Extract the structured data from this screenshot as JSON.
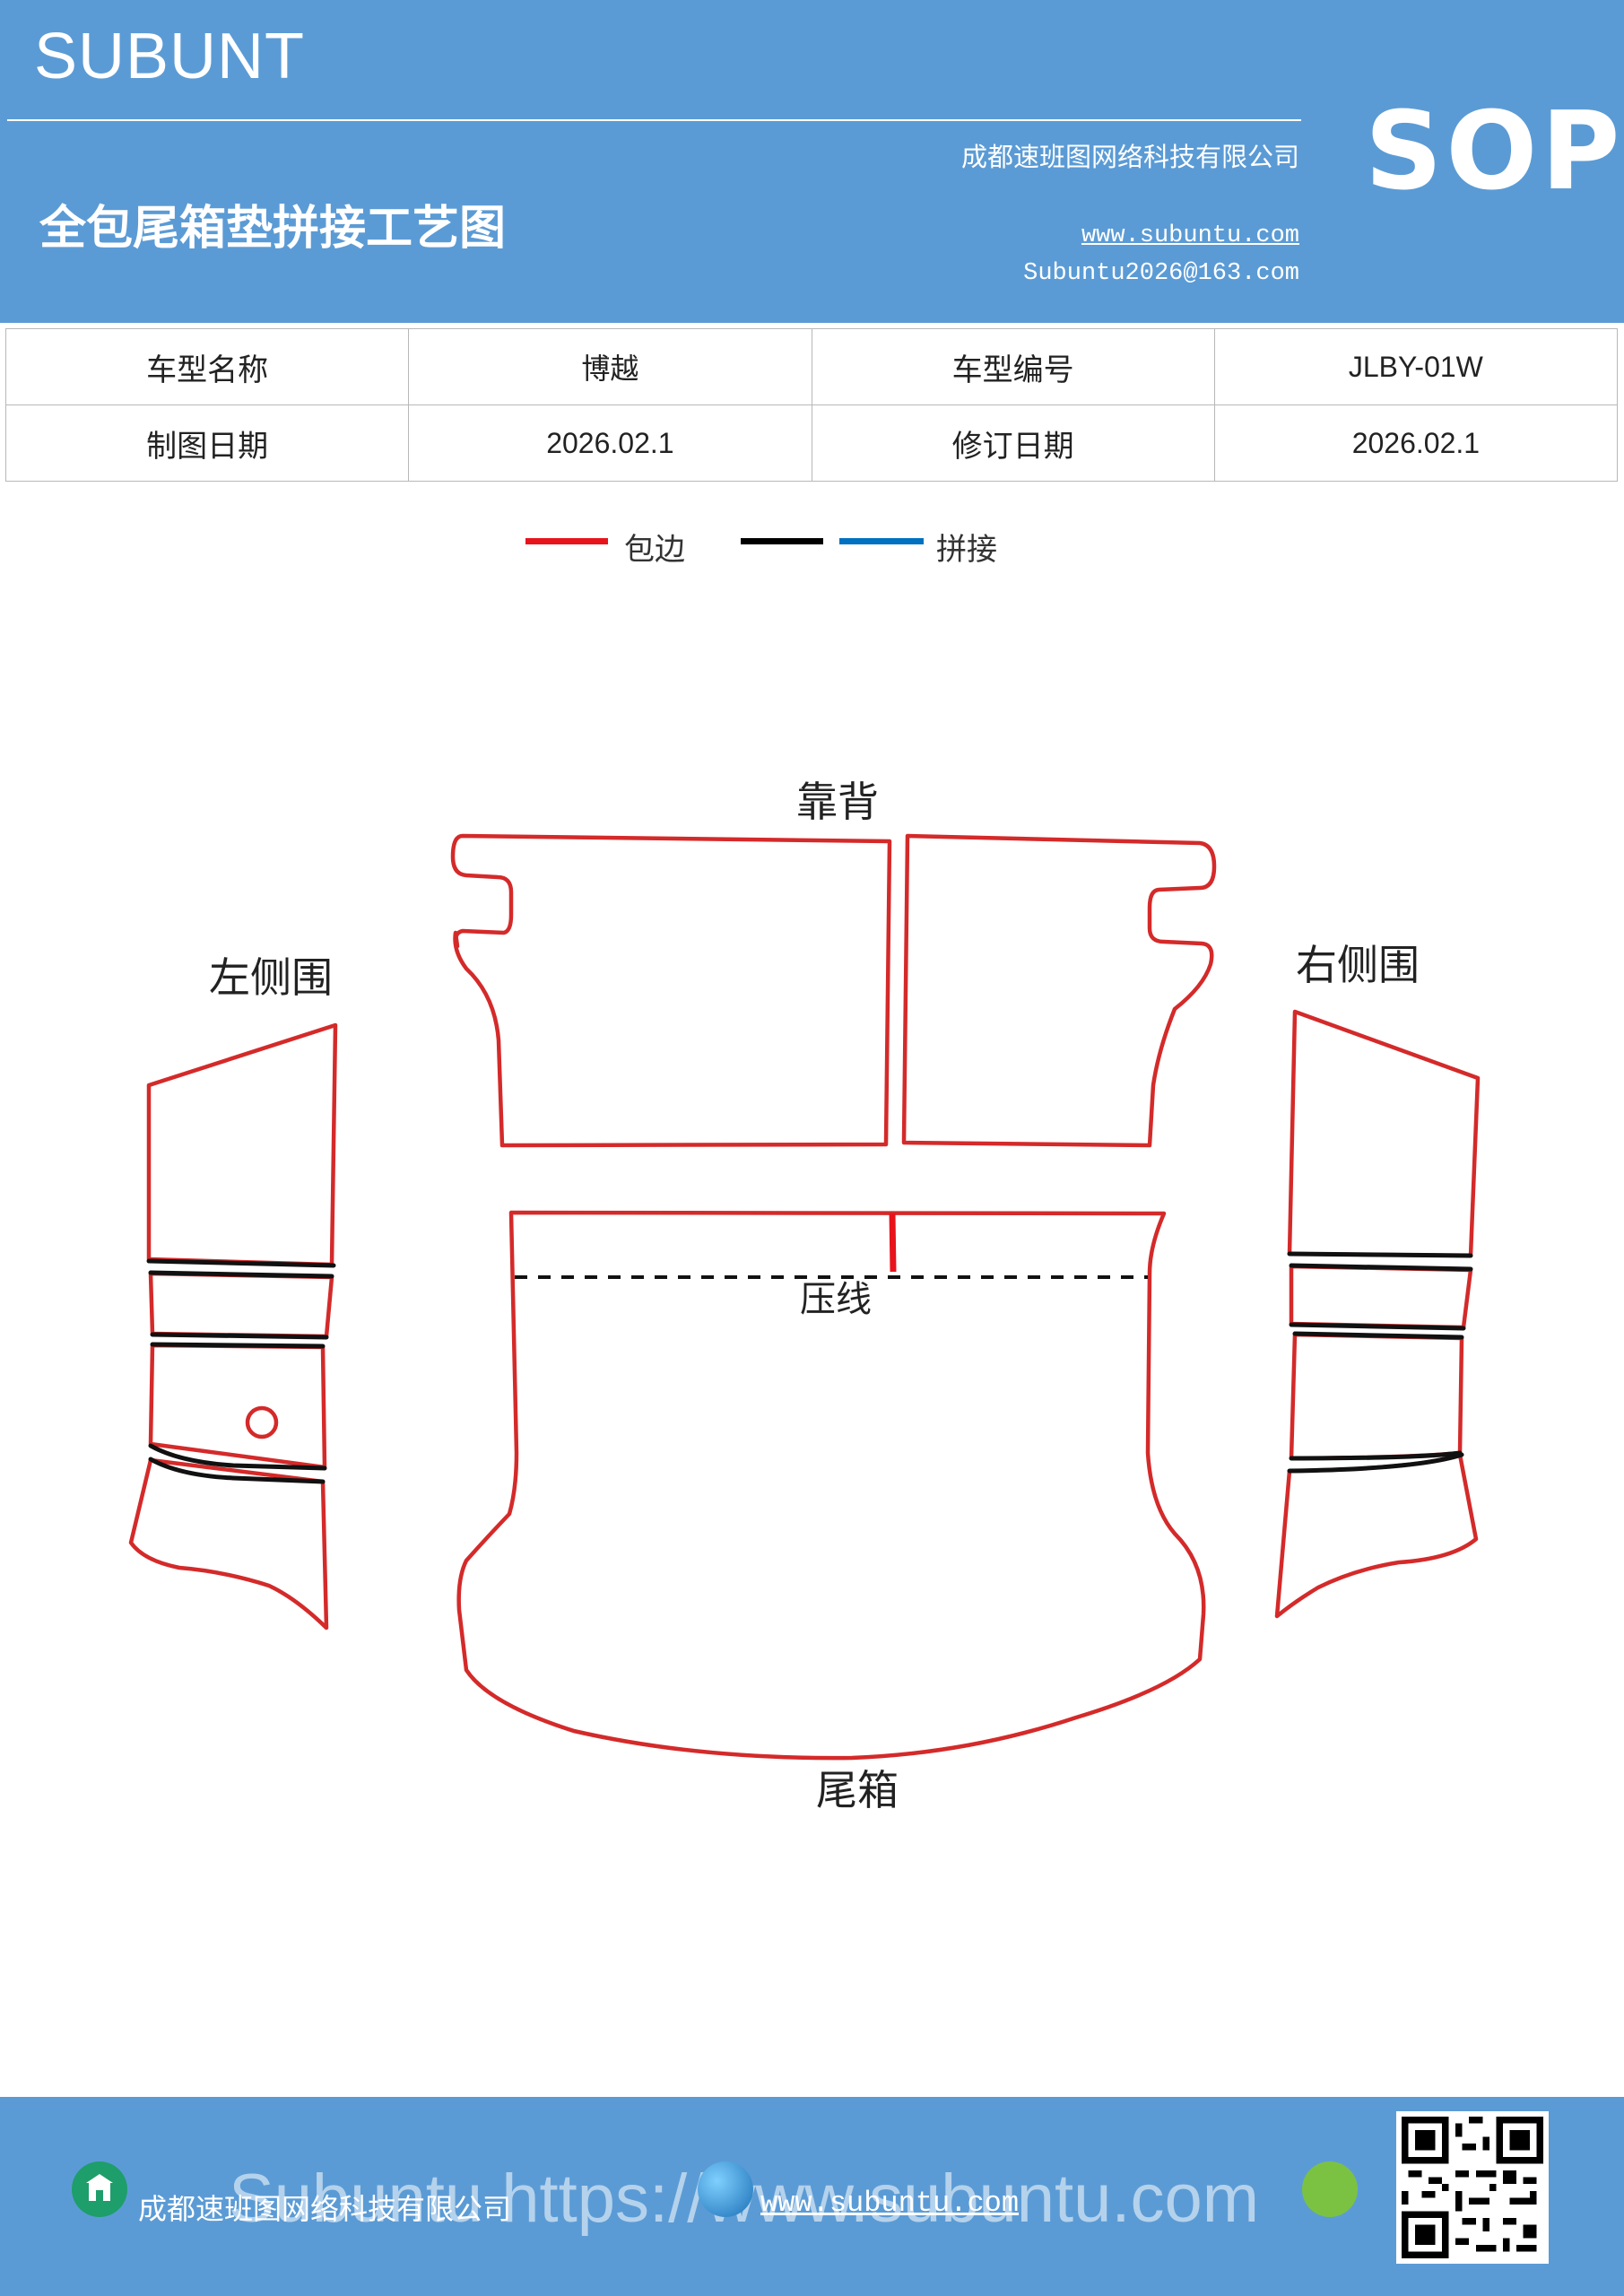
{
  "header": {
    "brand": "SUBUNT",
    "title": "全包尾箱垫拼接工艺图",
    "company": "成都速班图网络科技有限公司",
    "website": "www.subuntu.com",
    "email": "Subuntu2026@163.com",
    "badge": "SOP",
    "color": "#5b9bd5"
  },
  "info_table": [
    [
      "车型名称",
      "博越",
      "车型编号",
      "JLBY-01W"
    ],
    [
      "制图日期",
      "2026.02.1",
      "修订日期",
      "2026.02.1"
    ]
  ],
  "legend": {
    "items": [
      {
        "label": "包边",
        "color": "#e8141c"
      },
      {
        "label": "",
        "color": "#000000"
      },
      {
        "label": "拼接",
        "color": "#0070c0"
      }
    ]
  },
  "diagram": {
    "labels": {
      "backrest": "靠背",
      "left_side": "左侧围",
      "right_side": "右侧围",
      "press_line": "压线",
      "trunk": "尾箱"
    },
    "edge_color": "#d42a2a",
    "seam_color": "#000000"
  },
  "footer": {
    "company": "成都速班图网络科技有限公司",
    "url": "www.subuntu.com",
    "watermark": "Subuntu https://www.subuntu.com"
  }
}
